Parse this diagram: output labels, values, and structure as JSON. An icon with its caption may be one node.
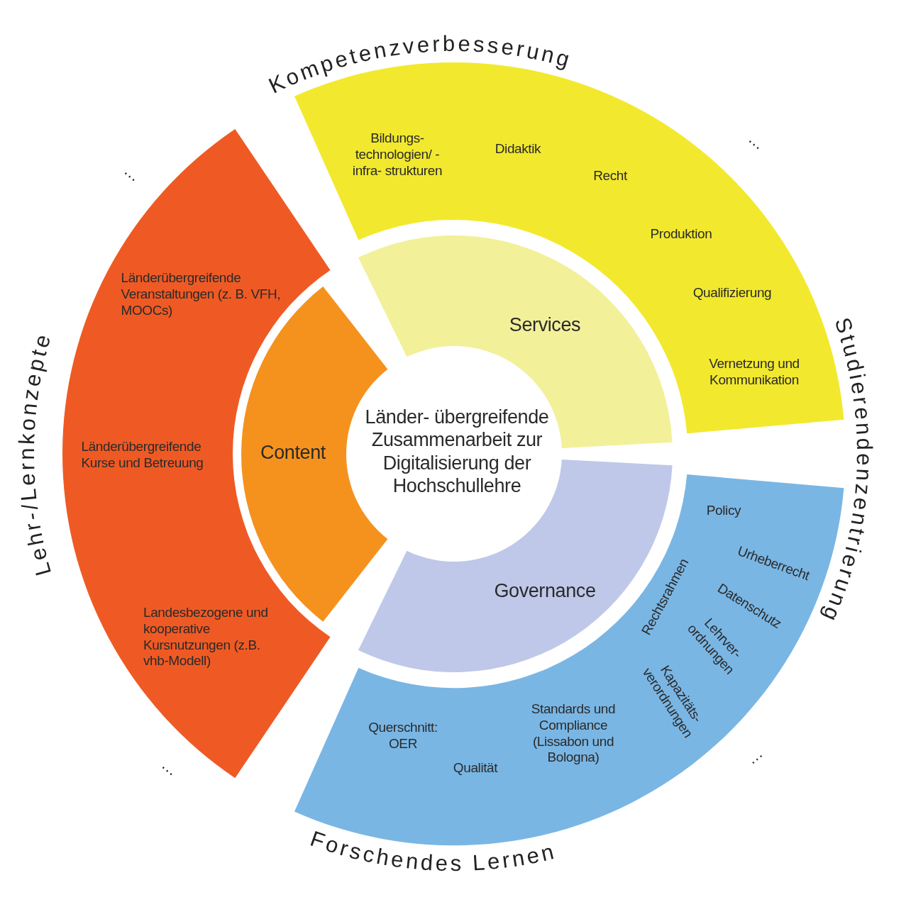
{
  "diagram": {
    "nodes": [
      {
        "text": [
          "Länder- übergreifende Zusammenarbeit zur Digitalisierung der Hochschullehre"
        ]
      },
      {
        "text": [
          "Services"
        ]
      },
      {
        "text": [
          "Content"
        ]
      },
      {
        "text": [
          "Governance"
        ]
      },
      {
        "text": [
          "Bildungs- technologien/ -infra- strukturen",
          "Didaktik",
          "Recht",
          "Produktion",
          "Qualifizierung",
          "Vernetzung und Kommunikation"
        ]
      },
      {
        "text": [
          "Länderübergreifende Veranstaltungen (z. B. VFH, MOOCs)",
          "Länderübergreifende Kurse und Betreuung",
          "Landesbezogene und kooperative Kursnutzungen (z.B. vhb-Modell)"
        ]
      },
      {
        "text": [
          "Policy",
          "Rechtsrahmen",
          "Urheberrecht",
          "Datenschutz",
          "Lehrver- ordnungen",
          "Kapazitäts- verordnungen",
          "Querschnitt: OER",
          "Qualität",
          "Standards und Compliance (Lissabon und Bologna)"
        ]
      }
    ],
    "labels": [
      "Kompetenzverbesserung",
      "…",
      "…",
      "Lehr-/Lernkonzepte",
      "Studierendenzentrierung",
      "…",
      "…",
      "Forschendes Lernen"
    ]
  }
}
